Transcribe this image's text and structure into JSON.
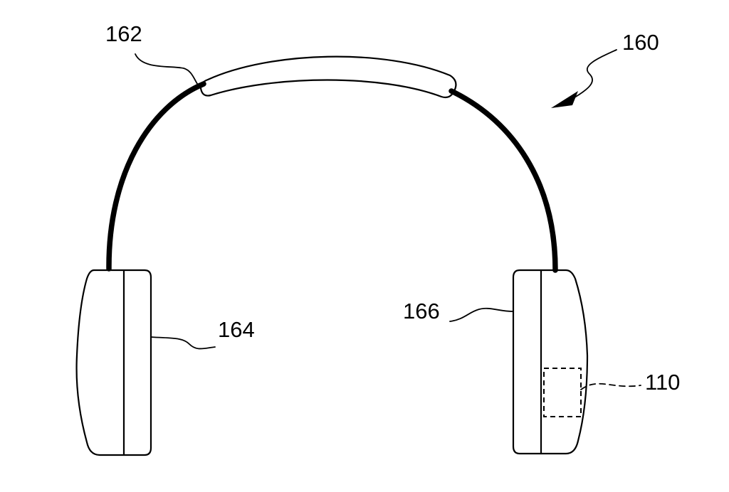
{
  "figure": {
    "reference_numerals": {
      "headphones": "160",
      "headband_cushion": "162",
      "left_ear_cup": "164",
      "right_ear_cup": "166",
      "component": "110"
    },
    "colors": {
      "ink": "#000000",
      "background": "#ffffff"
    }
  }
}
